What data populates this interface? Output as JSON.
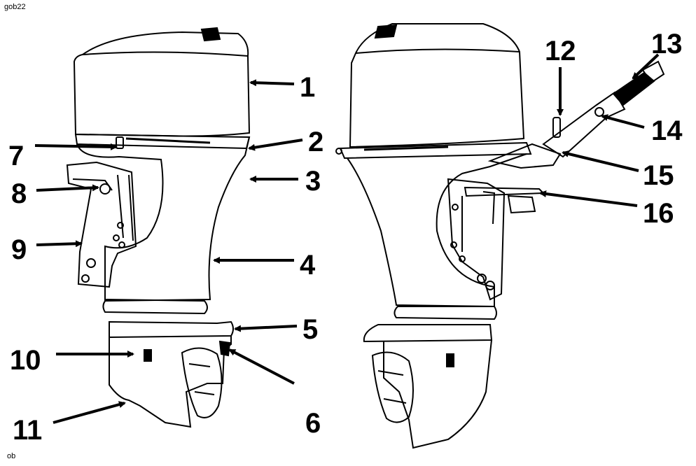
{
  "diagram": {
    "top_left_code": "gob22",
    "bottom_left_code": "ob",
    "callouts": [
      "1",
      "2",
      "3",
      "4",
      "5",
      "6",
      "7",
      "8",
      "9",
      "10",
      "11",
      "12",
      "13",
      "14",
      "15",
      "16"
    ]
  }
}
